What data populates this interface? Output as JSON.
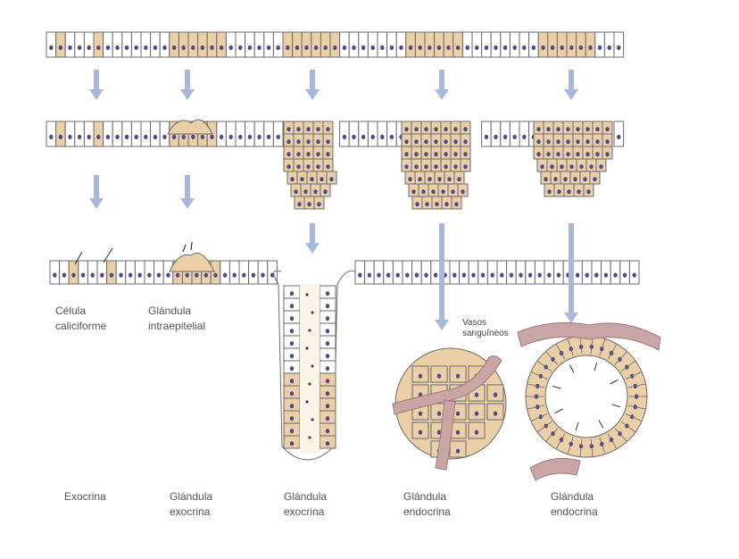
{
  "labels": {
    "celula_caliciforme": "Célula\ncaliciforme",
    "glandula_intraepitelial": "Glándula\nintraepitelial",
    "vasos_sanguineos": "Vasos\nsanguíneos",
    "bottom_1": "Exocrina",
    "bottom_2": "Glándula\nexocrina",
    "bottom_3": "Glándula\nexocrina",
    "bottom_4": "Glándula\nendocrina",
    "bottom_5": "Glándula\nendocrina"
  },
  "colors": {
    "cell_fill": "#ffffff",
    "cell_stroke": "#6b6b70",
    "secretory_fill": "#ebcfa6",
    "nucleus": "#4f4a8a",
    "arrow": "#a9b8d8",
    "vessel": "#c9a5a5",
    "vessel_stroke": "#9c7a7a"
  },
  "icons": [
    "down-arrow-icon"
  ]
}
